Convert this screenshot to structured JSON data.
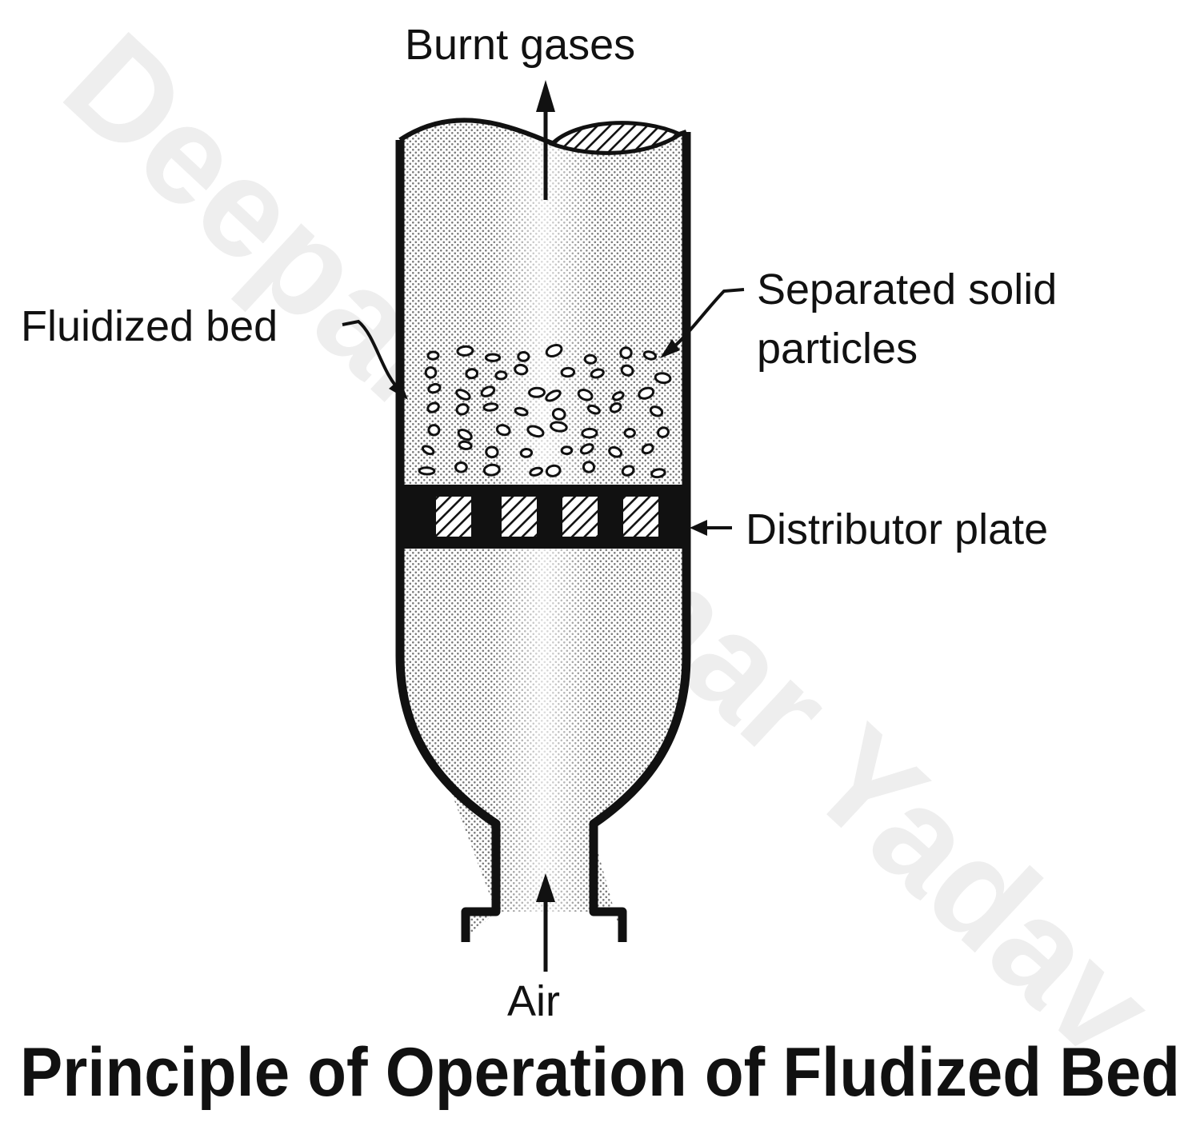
{
  "diagram": {
    "labels": {
      "burnt_gases": "Burnt gases",
      "fluidized_bed": "Fluidized bed",
      "separated_line1": "Separated solid",
      "separated_line2": "particles",
      "distributor_plate": "Distributor plate",
      "air": "Air"
    },
    "title": "Principle of Operation of Fludized Bed",
    "watermark": "Deepak Kumar Yadav"
  }
}
